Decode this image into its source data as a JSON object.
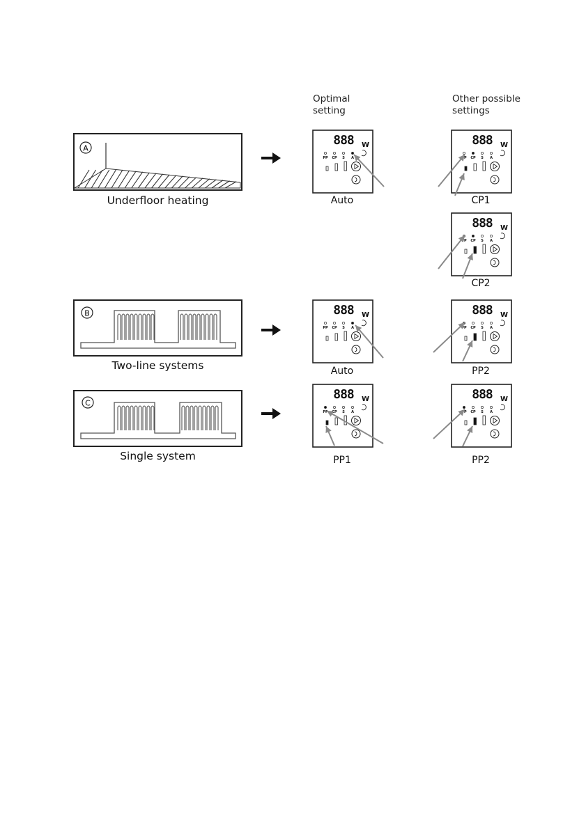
{
  "headers": {
    "optimal": [
      "Optimal",
      "setting"
    ],
    "other": [
      "Other possible",
      "settings"
    ]
  },
  "rows": [
    {
      "id": "A",
      "system_label": "Underfloor heating",
      "optimal": "Auto",
      "others": [
        "CP1",
        "CP2"
      ]
    },
    {
      "id": "B",
      "system_label": "Two-line systems",
      "optimal": "Auto",
      "others": [
        "PP2"
      ]
    },
    {
      "id": "C",
      "system_label": "Single system",
      "optimal": "PP1",
      "others": [
        "PP2"
      ]
    }
  ],
  "panel": {
    "display": "888",
    "unit": "W",
    "mode_codes": [
      "PP",
      "CP",
      "S",
      "A"
    ]
  },
  "colors": {
    "line": "#222222",
    "pointer_arrow": "#8a8a8a"
  }
}
